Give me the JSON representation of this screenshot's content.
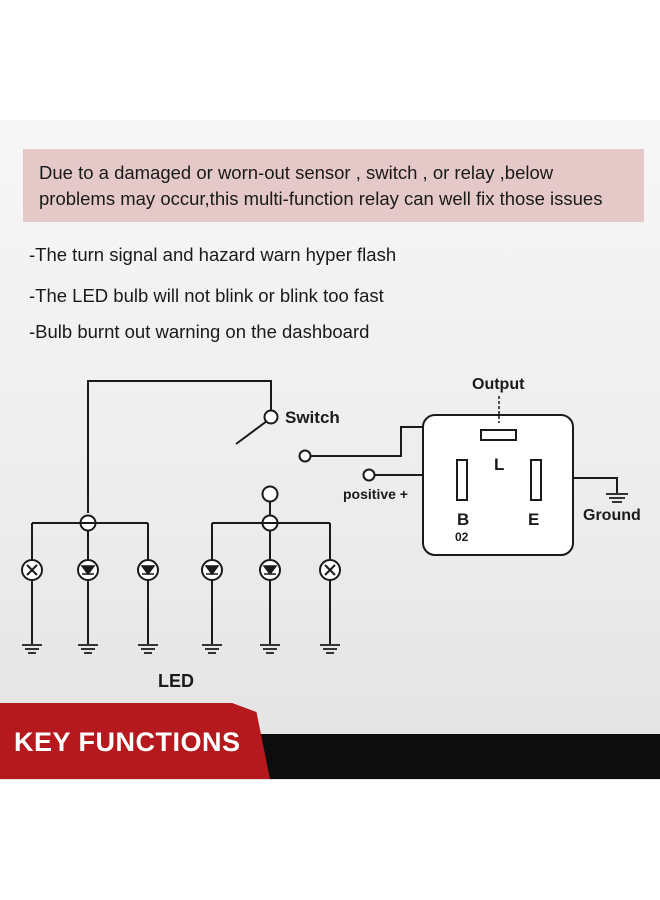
{
  "intro": {
    "line1": "Due to a damaged or worn-out sensor , switch , or relay ,below",
    "line2": "problems may occur,this multi-function relay can well fix those issues"
  },
  "problems": [
    "-The turn signal and hazard warn hyper flash",
    "-The LED bulb will not blink or blink too fast",
    "-Bulb burnt out warning on the dashboard"
  ],
  "diagram": {
    "switch_label": "Switch",
    "led_label": "LED",
    "output_label": "Output",
    "positive_label": "positive +",
    "ground_label": "Ground",
    "pin_l": "L",
    "pin_b": "B",
    "pin_b_sub": "02",
    "pin_e": "E"
  },
  "banner": {
    "title": "KEY FUNCTIONS"
  },
  "colors": {
    "callout_bg": "#e5c8c8",
    "banner_red": "#b5191d",
    "banner_black": "#0d0d0d"
  }
}
